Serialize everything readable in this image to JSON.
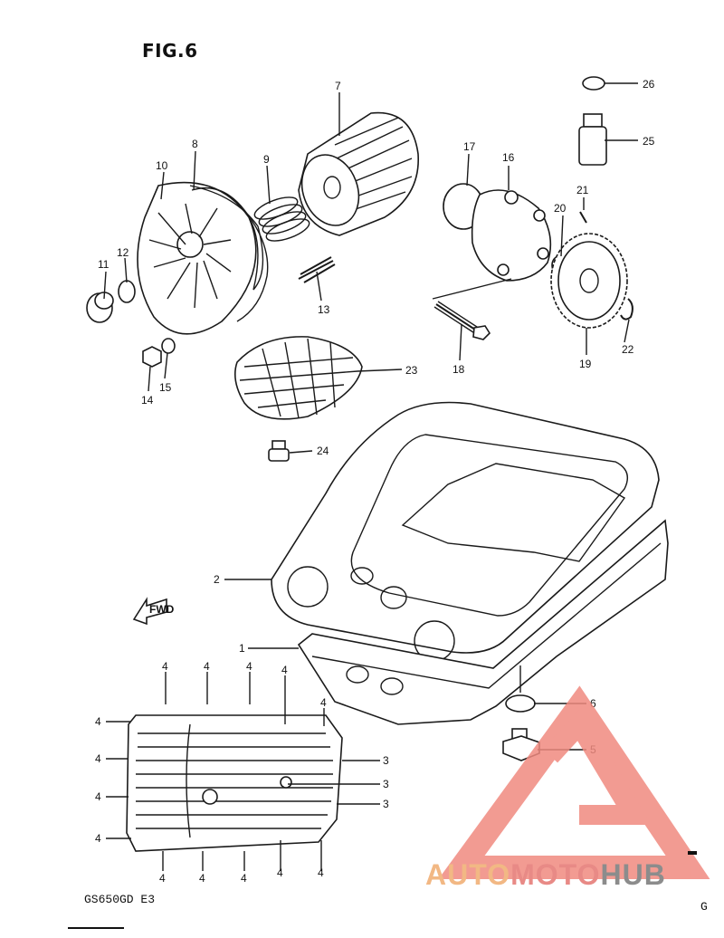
{
  "figure": {
    "title": "FIG.6",
    "model_code": "GS650GD E3",
    "edge_code": "G"
  },
  "watermark": {
    "part1": "AUTO",
    "part2": "MOTO",
    "part3": "HUB",
    "colors": {
      "triangle": "#f08a80",
      "auto": "#f2b884",
      "moto": "#e88a86",
      "hub": "#8c8c8c"
    }
  },
  "direction_marker": "FWD",
  "callouts": {
    "c1": "1",
    "c2": "2",
    "c3a": "3",
    "c3b": "3",
    "c3c": "3",
    "c4a": "4",
    "c4b": "4",
    "c4c": "4",
    "c4d": "4",
    "c4e": "4",
    "c4f": "4",
    "c4g": "4",
    "c4h": "4",
    "c4i": "4",
    "c4j": "4",
    "c4k": "4",
    "c4l": "4",
    "c4m": "4",
    "c4n": "4",
    "c4o": "4",
    "c5": "5",
    "c6": "6",
    "c7": "7",
    "c8": "8",
    "c9": "9",
    "c10": "10",
    "c11": "11",
    "c12": "12",
    "c13": "13",
    "c14": "14",
    "c15": "15",
    "c16": "16",
    "c17": "17",
    "c18": "18",
    "c19": "19",
    "c20": "20",
    "c21": "21",
    "c22": "22",
    "c23": "23",
    "c24": "24",
    "c25": "25",
    "c26": "26"
  }
}
